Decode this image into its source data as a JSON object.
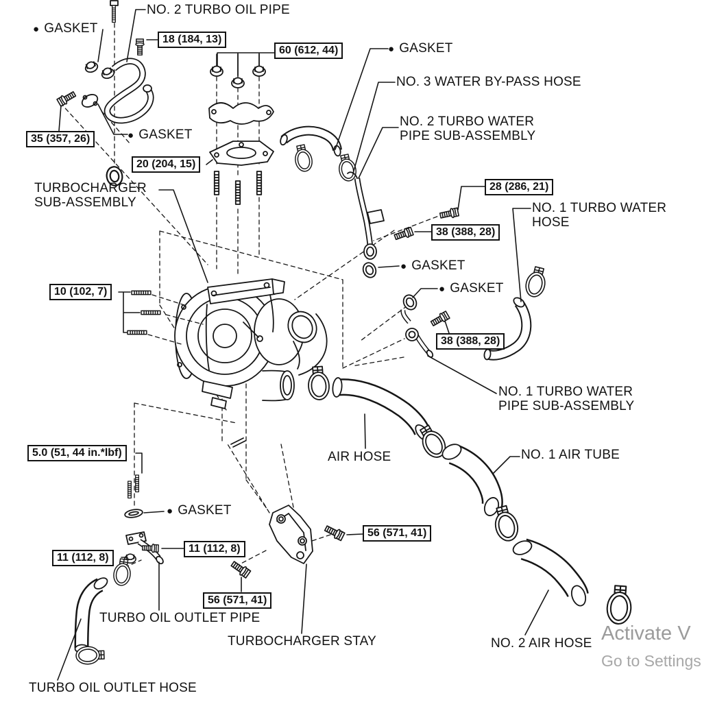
{
  "diagram": {
    "background": "#ffffff",
    "line_color": "#161616",
    "labels": [
      {
        "text": "GASKET",
        "bullet": "●"
      },
      {
        "text": "NO. 2 TURBO OIL PIPE"
      },
      {
        "text": "GASKET",
        "bullet": "●"
      },
      {
        "text": "NO. 3 WATER BY-PASS HOSE"
      },
      {
        "text": "NO. 2 TURBO WATER",
        "text2": "PIPE SUB-ASSEMBLY"
      },
      {
        "text": "GASKET",
        "bullet": "●"
      },
      {
        "text": "TURBOCHARGER",
        "text2": "SUB-ASSEMBLY"
      },
      {
        "text": "NO. 1 TURBO WATER",
        "text2": "HOSE"
      },
      {
        "text": "GASKET",
        "bullet": "●"
      },
      {
        "text": "GASKET",
        "bullet": "●"
      },
      {
        "text": "NO. 1 TURBO WATER",
        "text2": "PIPE SUB-ASSEMBLY"
      },
      {
        "text": "AIR HOSE"
      },
      {
        "text": "NO. 1 AIR TUBE"
      },
      {
        "text": "GASKET",
        "bullet": "●"
      },
      {
        "text": "TURBO OIL OUTLET PIPE"
      },
      {
        "text": "TURBOCHARGER STAY"
      },
      {
        "text": "NO. 2 AIR HOSE"
      },
      {
        "text": "TURBO OIL OUTLET HOSE"
      }
    ],
    "torque_specs": [
      {
        "text": "18 (184, 13)"
      },
      {
        "text": "60 (612, 44)"
      },
      {
        "text": "35 (357, 26)"
      },
      {
        "text": "20 (204, 15)"
      },
      {
        "text": "28 (286, 21)"
      },
      {
        "text": "38 (388, 28)"
      },
      {
        "text": "10 (102, 7)"
      },
      {
        "text": "38 (388, 28)"
      },
      {
        "text": "5.0 (51, 44 in.*lbf)"
      },
      {
        "text": "11 (112, 8)"
      },
      {
        "text": "11 (112, 8)"
      },
      {
        "text": "56 (571, 41)"
      },
      {
        "text": "56 (571, 41)"
      }
    ],
    "watermark": {
      "line1": "Activate V",
      "line2": "Go to Settings",
      "color1": "#9b9b9b",
      "color2": "#a7a7a7"
    }
  }
}
